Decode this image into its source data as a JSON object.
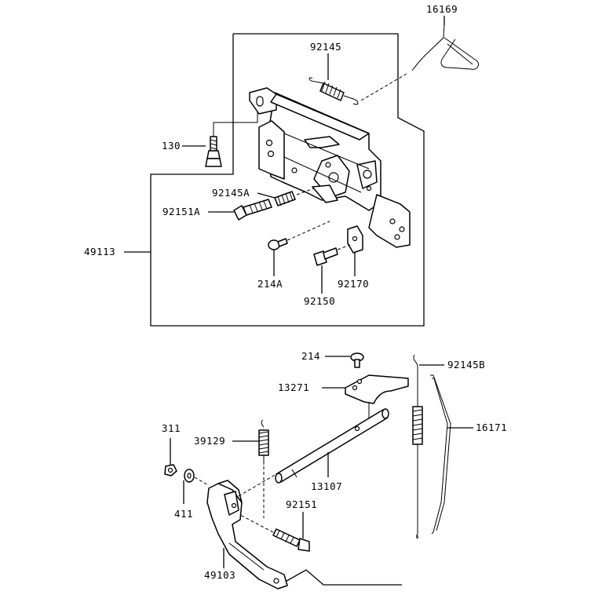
{
  "labels": {
    "l16169": "16169",
    "l92145": "92145",
    "l130": "130",
    "l92145A": "92145A",
    "l92151A": "92151A",
    "l49113": "49113",
    "l214A": "214A",
    "l92170": "92170",
    "l92150": "92150",
    "l214": "214",
    "l92145B": "92145B",
    "l13271": "13271",
    "l311": "311",
    "l39129": "39129",
    "l16171": "16171",
    "l13107": "13107",
    "l411": "411",
    "l92151": "92151",
    "l49103": "49103"
  }
}
